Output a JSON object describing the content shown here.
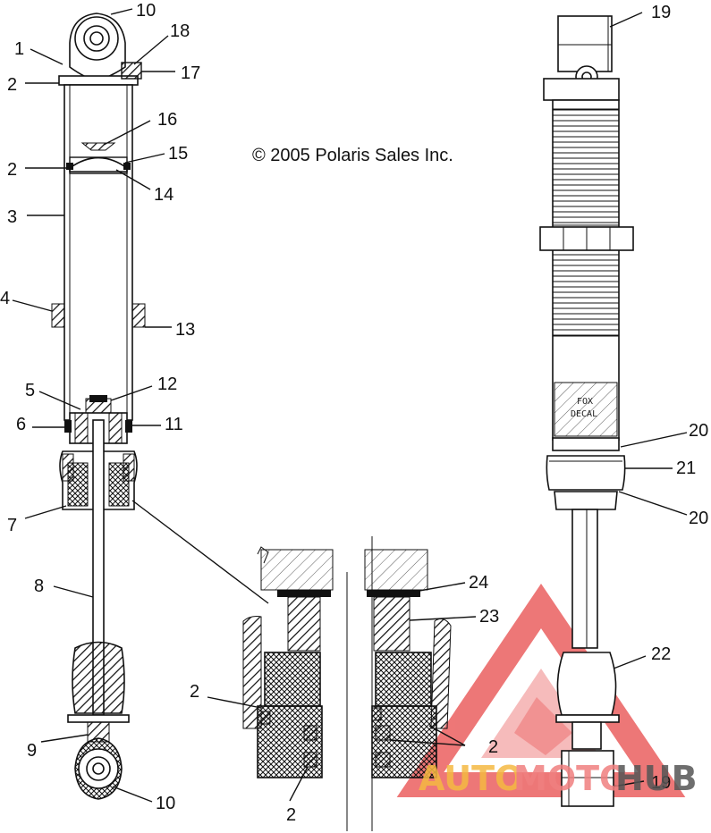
{
  "diagram": {
    "copyright": "© 2005 Polaris Sales Inc.",
    "decal_text": [
      "FOX",
      "DECAL"
    ],
    "callouts": {
      "c1": "1",
      "c2a": "2",
      "c2b": "2",
      "c2c": "2",
      "c2d": "2",
      "c2e": "2",
      "c3": "3",
      "c4": "4",
      "c5": "5",
      "c6": "6",
      "c7": "7",
      "c8": "8",
      "c9": "9",
      "c10a": "10",
      "c10b": "10",
      "c11": "11",
      "c12": "12",
      "c13": "13",
      "c14": "14",
      "c15": "15",
      "c16": "16",
      "c17": "17",
      "c18": "18",
      "c19a": "19",
      "c19b": "19",
      "c20a": "20",
      "c20b": "20",
      "c21": "21",
      "c22": "22",
      "c23": "23",
      "c24": "24"
    }
  },
  "watermark": {
    "brand": [
      "AUTO",
      "MOTO",
      "HUB"
    ],
    "colors": {
      "auto": "#f5b942",
      "moto": "#f08080",
      "hub": "#555555",
      "logo": "#e84a4a"
    }
  }
}
